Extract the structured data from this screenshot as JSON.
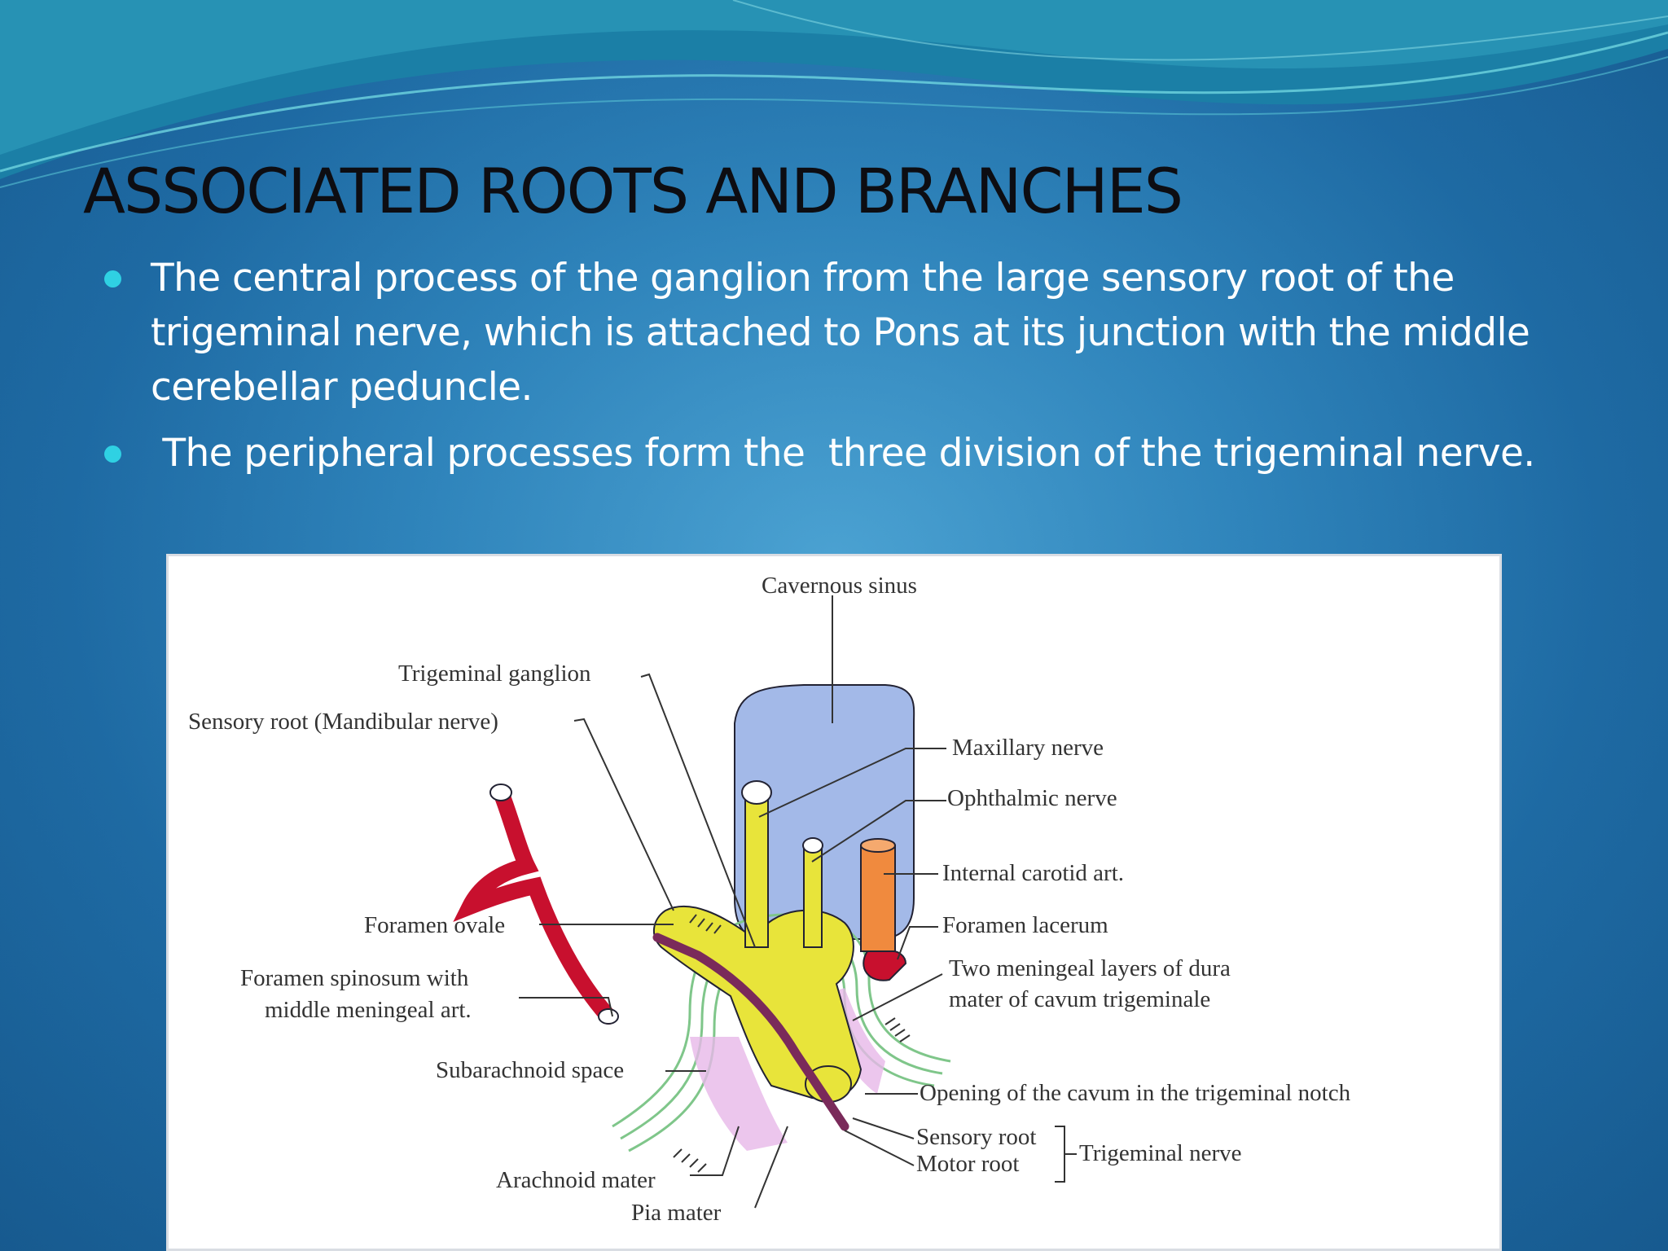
{
  "slide": {
    "title": "ASSOCIATED ROOTS AND BRANCHES",
    "bullets": [
      "The central process of the ganglion from the large sensory root of the trigeminal nerve, which is attached to Pons at its junction with the middle cerebellar  peduncle.",
      " The peripheral processes form the  three division of the trigeminal nerve."
    ]
  },
  "diagram": {
    "labels": {
      "cavernous_sinus": "Cavernous sinus",
      "trigeminal_ganglion": "Trigeminal ganglion",
      "sensory_root_mandibular": "Sensory root (Mandibular nerve)",
      "maxillary_nerve": "Maxillary nerve",
      "ophthalmic_nerve": "Ophthalmic nerve",
      "internal_carotid": "Internal carotid art.",
      "foramen_lacerum": "Foramen lacerum",
      "foramen_ovale": "Foramen ovale",
      "two_layers_1": "Two meningeal layers of dura",
      "two_layers_2": "mater of cavum trigeminale",
      "foramen_spinosum_1": "Foramen spinosum with",
      "foramen_spinosum_2": "middle meningeal art.",
      "subarachnoid_space": "Subarachnoid space",
      "opening_cavum": "Opening of the cavum in the trigeminal notch",
      "sensory_root": "Sensory root",
      "motor_root": "Motor root",
      "trigeminal_nerve": "Trigeminal nerve",
      "arachnoid_mater": "Arachnoid mater",
      "pia_mater": "Pia mater"
    },
    "colors": {
      "sinus": "#a3b9e8",
      "nerve": "#e8e43a",
      "artery": "#c8102e",
      "carotid": "#f08a3e",
      "membrane": "#7fc68a",
      "pia": "#e7b8e8",
      "motor_root": "#7a2a5a"
    }
  }
}
